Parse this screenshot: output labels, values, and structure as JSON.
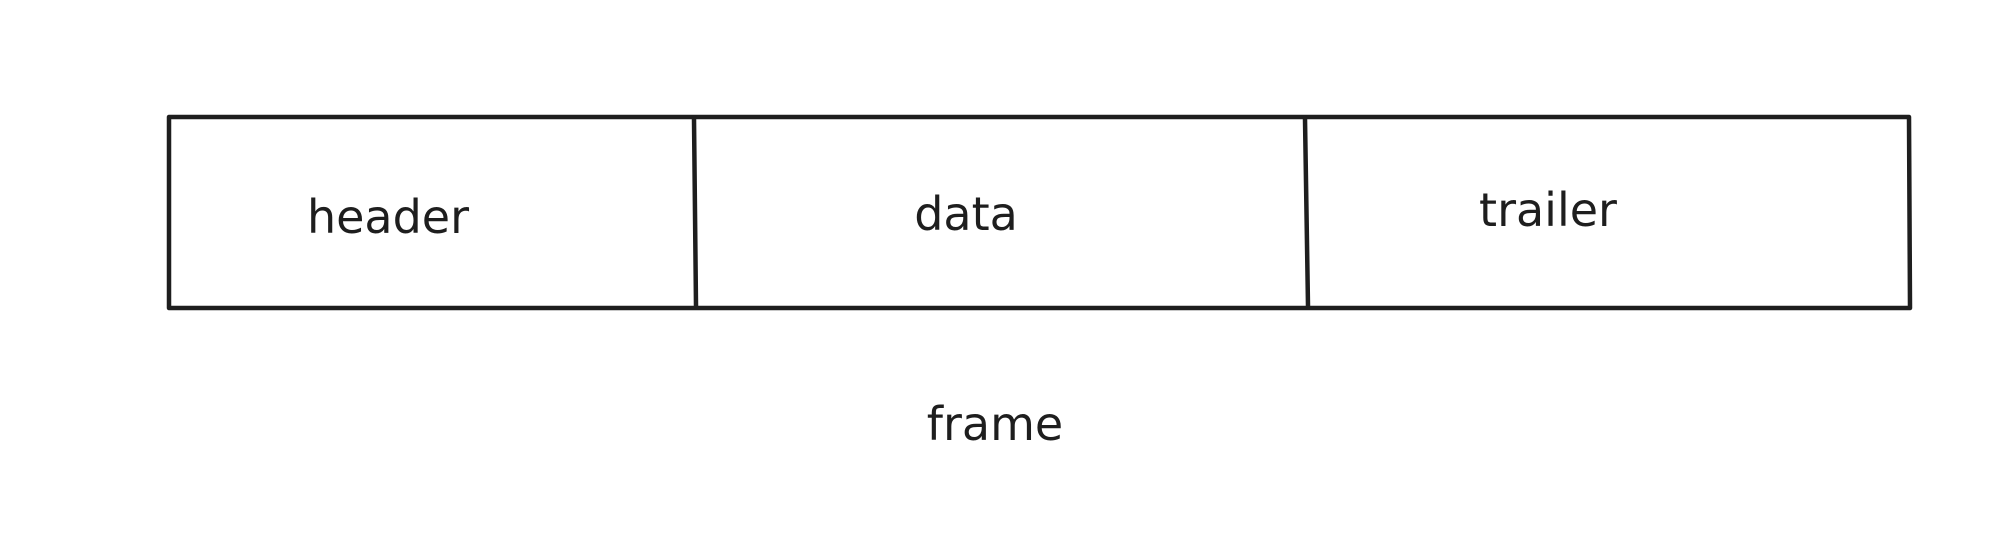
{
  "diagram": {
    "segments": [
      {
        "id": "header",
        "label": "header"
      },
      {
        "id": "data",
        "label": "data"
      },
      {
        "id": "trailer",
        "label": "trailer"
      }
    ],
    "caption": "frame",
    "stroke_color": "#1e1e1e",
    "text_color": "#1e1e1e",
    "background": "#ffffff"
  }
}
